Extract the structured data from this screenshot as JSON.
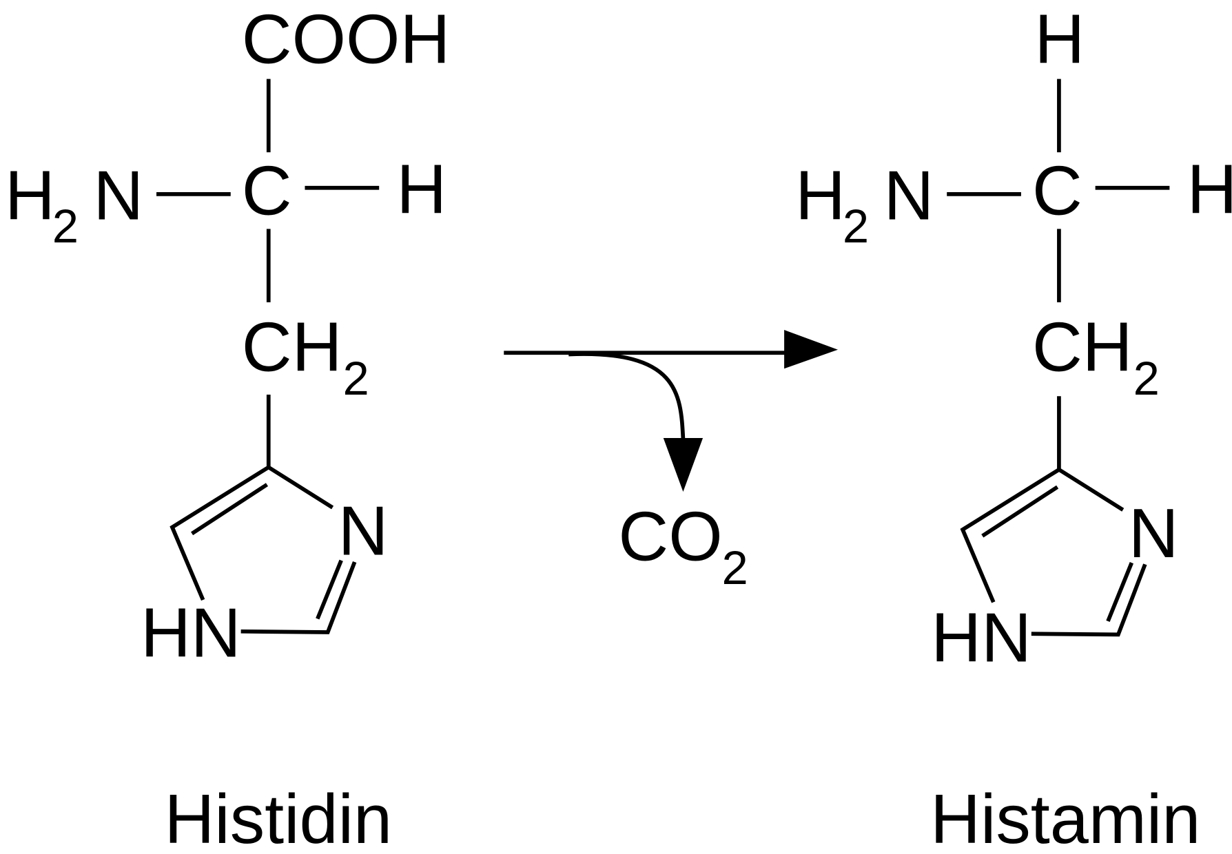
{
  "histidine": {
    "cooh": "COOH",
    "amine_h": "H",
    "amine_sub": "2",
    "amine_n": "N",
    "alpha_c": "C",
    "alpha_h": "H",
    "ch2_ch": "CH",
    "ch2_sub": "2",
    "ring_n": "N",
    "ring_hn": "HN",
    "name": "Histidin"
  },
  "histamine": {
    "top_h": "H",
    "amine_h": "H",
    "amine_sub": "2",
    "amine_n": "N",
    "alpha_c": "C",
    "alpha_h": "H",
    "ch2_ch": "CH",
    "ch2_sub": "2",
    "ring_n": "N",
    "ring_hn": "HN",
    "name": "Histamin"
  },
  "byproduct": {
    "co": "CO",
    "sub": "2"
  }
}
